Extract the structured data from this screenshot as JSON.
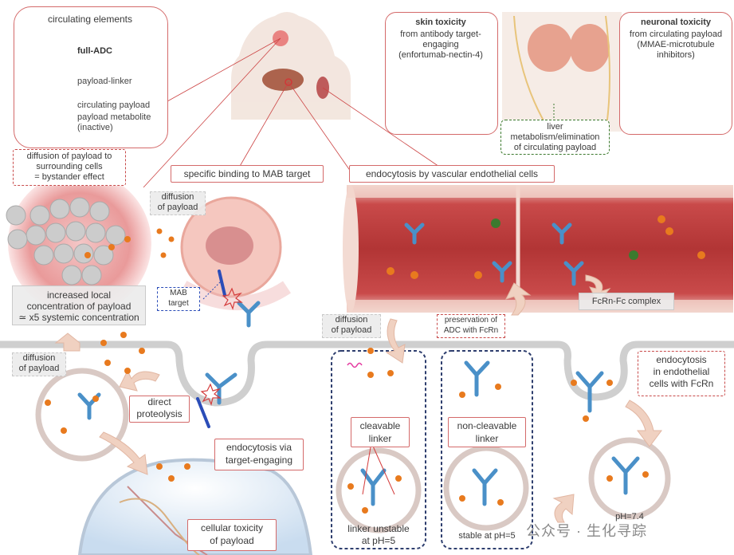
{
  "legend": {
    "title": "circulating elements",
    "items": [
      {
        "label": "full-ADC"
      },
      {
        "label": "payload-linker"
      },
      {
        "label": "circulating payload"
      },
      {
        "label": "payload metabolite (inactive)"
      }
    ]
  },
  "colors": {
    "payload": "#e87a1e",
    "metabolite": "#3c7a2e",
    "vessel": "#b83a3a",
    "adc_blue": "#4a90c8",
    "target_blue": "#2b4db8"
  },
  "boxes": {
    "skin_title": "skin toxicity",
    "skin_body": [
      "from antibody target-",
      "engaging",
      "(enfortumab-nectin-4)"
    ],
    "neuro_title": "neuronal toxicity",
    "neuro_body": [
      "from circulating payload",
      "(MMAE-microtubule",
      "inhibitors)"
    ],
    "liver": [
      "liver",
      "metabolism/elimination",
      "of circulating payload"
    ],
    "bystander": [
      "diffusion of payload to",
      "surrounding cells",
      "= bystander effect"
    ],
    "specific_binding": "specific binding to MAB target",
    "endocytosis_vascular": "endocytosis by vascular endothelial cells",
    "diffusion_top": [
      "diffusion",
      "of payload"
    ],
    "mab_target": [
      "MAB",
      "target"
    ],
    "increased": [
      "increased local",
      "concentration of payload",
      "≃ x5 systemic concentration"
    ],
    "diffusion_left": [
      "diffusion",
      "of payload"
    ],
    "direct": [
      "direct",
      "proteolysis"
    ],
    "endocytosis_target": [
      "endocytosis via",
      "target-engaging"
    ],
    "cellular": [
      "cellular toxicity",
      "of payload"
    ],
    "diffusion_mid": [
      "diffusion",
      "of payload"
    ],
    "preservation": [
      "preservation of",
      "ADC with FcRn"
    ],
    "fcrn_complex": "FcRn-Fc complex",
    "cleavable": [
      "cleavable",
      "linker"
    ],
    "non_cleavable": [
      "non-cleavable",
      "linker"
    ],
    "linker_unstable": [
      "linker unstable",
      "at pH=5"
    ],
    "stable": "stable at pH=5",
    "endo_endothelial": [
      "endocytosis",
      "in endothelial",
      "cells with FcRn"
    ],
    "ph74": "pH=7.4"
  },
  "watermark": "公众号 · 生化寻踪"
}
